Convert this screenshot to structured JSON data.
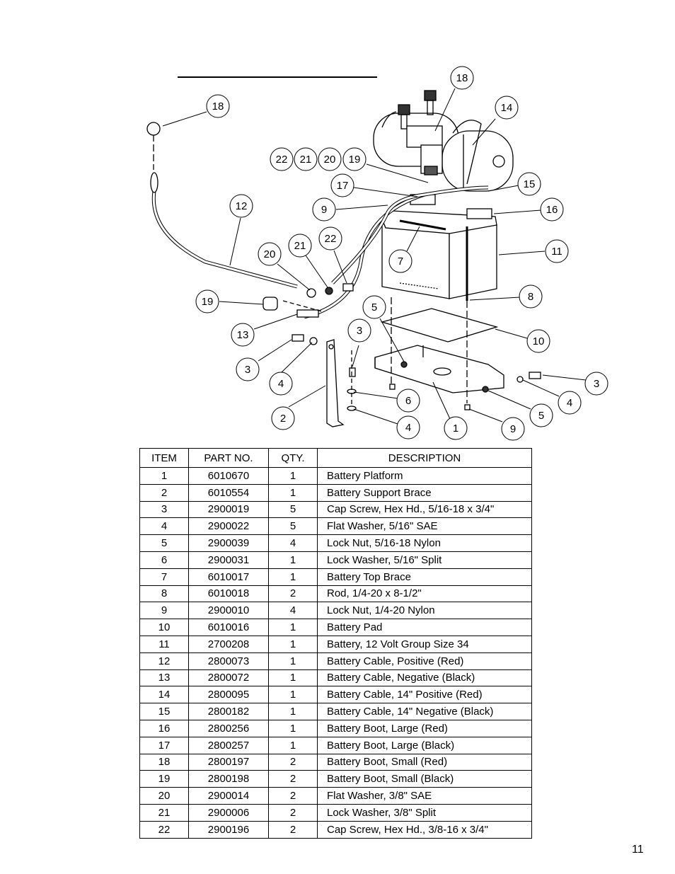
{
  "diagram": {
    "callouts": [
      "18",
      "18",
      "14",
      "22",
      "21",
      "20",
      "19",
      "17",
      "15",
      "9",
      "16",
      "12",
      "11",
      "7",
      "20",
      "21",
      "22",
      "8",
      "19",
      "5",
      "3",
      "13",
      "10",
      "3",
      "4",
      "6",
      "2",
      "4",
      "1",
      "5",
      "9",
      "4",
      "3"
    ]
  },
  "table": {
    "headers": {
      "item": "ITEM",
      "part": "PART NO.",
      "qty": "QTY.",
      "desc": "DESCRIPTION"
    },
    "rows": [
      {
        "item": "1",
        "part": "6010670",
        "qty": "1",
        "desc": "Battery Platform"
      },
      {
        "item": "2",
        "part": "6010554",
        "qty": "1",
        "desc": "Battery Support Brace"
      },
      {
        "item": "3",
        "part": "2900019",
        "qty": "5",
        "desc": "Cap Screw, Hex Hd., 5/16-18 x 3/4\""
      },
      {
        "item": "4",
        "part": "2900022",
        "qty": "5",
        "desc": "Flat Washer, 5/16\" SAE"
      },
      {
        "item": "5",
        "part": "2900039",
        "qty": "4",
        "desc": "Lock Nut, 5/16-18 Nylon"
      },
      {
        "item": "6",
        "part": "2900031",
        "qty": "1",
        "desc": "Lock Washer, 5/16\" Split"
      },
      {
        "item": "7",
        "part": "6010017",
        "qty": "1",
        "desc": "Battery Top Brace"
      },
      {
        "item": "8",
        "part": "6010018",
        "qty": "2",
        "desc": "Rod, 1/4-20 x 8-1/2\""
      },
      {
        "item": "9",
        "part": "2900010",
        "qty": "4",
        "desc": "Lock Nut, 1/4-20 Nylon"
      },
      {
        "item": "10",
        "part": "6010016",
        "qty": "1",
        "desc": "Battery Pad"
      },
      {
        "item": "11",
        "part": "2700208",
        "qty": "1",
        "desc": "Battery, 12 Volt Group Size 34"
      },
      {
        "item": "12",
        "part": "2800073",
        "qty": "1",
        "desc": "Battery Cable, Positive (Red)"
      },
      {
        "item": "13",
        "part": "2800072",
        "qty": "1",
        "desc": "Battery Cable, Negative (Black)"
      },
      {
        "item": "14",
        "part": "2800095",
        "qty": "1",
        "desc": "Battery Cable, 14\" Positive (Red)"
      },
      {
        "item": "15",
        "part": "2800182",
        "qty": "1",
        "desc": "Battery Cable, 14\" Negative (Black)"
      },
      {
        "item": "16",
        "part": "2800256",
        "qty": "1",
        "desc": "Battery Boot, Large (Red)"
      },
      {
        "item": "17",
        "part": "2800257",
        "qty": "1",
        "desc": "Battery Boot, Large (Black)"
      },
      {
        "item": "18",
        "part": "2800197",
        "qty": "2",
        "desc": "Battery Boot, Small (Red)"
      },
      {
        "item": "19",
        "part": "2800198",
        "qty": "2",
        "desc": "Battery Boot, Small (Black)"
      },
      {
        "item": "20",
        "part": "2900014",
        "qty": "2",
        "desc": "Flat Washer, 3/8\" SAE"
      },
      {
        "item": "21",
        "part": "2900006",
        "qty": "2",
        "desc": "Lock Washer, 3/8\" Split"
      },
      {
        "item": "22",
        "part": "2900196",
        "qty": "2",
        "desc": "Cap Screw, Hex Hd., 3/8-16 x 3/4\""
      }
    ]
  },
  "page_number": "11"
}
